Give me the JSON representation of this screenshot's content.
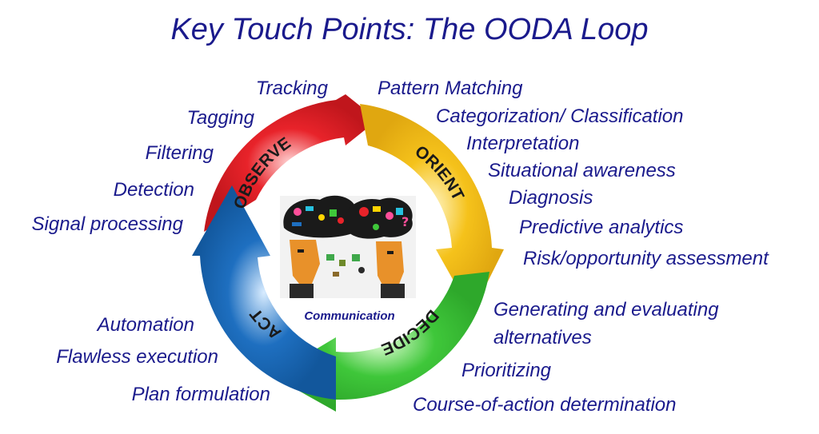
{
  "title": "Key Touch Points: The OODA Loop",
  "center_label": "Communication",
  "segments": {
    "observe": {
      "label": "OBSERVE",
      "color": "#e8232a"
    },
    "orient": {
      "label": "ORIENT",
      "color": "#f5c21b"
    },
    "decide": {
      "label": "DECIDE",
      "color": "#3fc73a"
    },
    "act": {
      "label": "ACT",
      "color": "#1e6fc0"
    }
  },
  "observe_items": [
    "Tracking",
    "Tagging",
    "Filtering",
    "Detection",
    "Signal processing"
  ],
  "orient_items": [
    "Pattern Matching",
    "Categorization/ Classification",
    "Interpretation",
    "Situational awareness",
    "Diagnosis",
    "Predictive analytics",
    "Risk/opportunity assessment"
  ],
  "decide_items": [
    "Generating and evaluating",
    "alternatives",
    "Prioritizing",
    "Course-of-action determination"
  ],
  "act_items": [
    "Automation",
    "Flawless execution",
    "Plan formulation"
  ],
  "center_icon": "communicating-heads-illustration"
}
